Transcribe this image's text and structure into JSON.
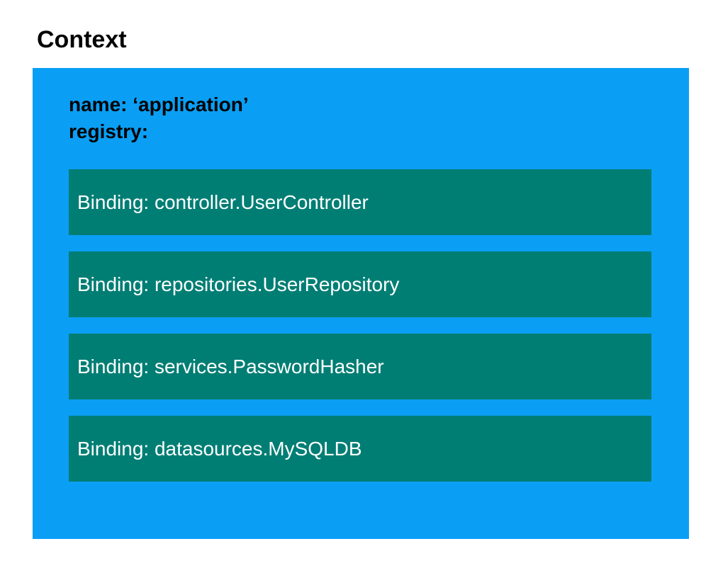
{
  "page": {
    "title": "Context"
  },
  "context": {
    "name_line": "name: ‘application’",
    "registry_line": "registry:"
  },
  "bindings": [
    {
      "label": "Binding: controller.UserController"
    },
    {
      "label": "Binding: repositories.UserRepository"
    },
    {
      "label": "Binding: services.PasswordHasher"
    },
    {
      "label": "Binding: datasources.MySQLDB"
    }
  ],
  "colors": {
    "context_background": "#0A9FF5",
    "binding_background": "#007E74",
    "binding_text": "#FFFFFF",
    "title_text": "#000000"
  }
}
